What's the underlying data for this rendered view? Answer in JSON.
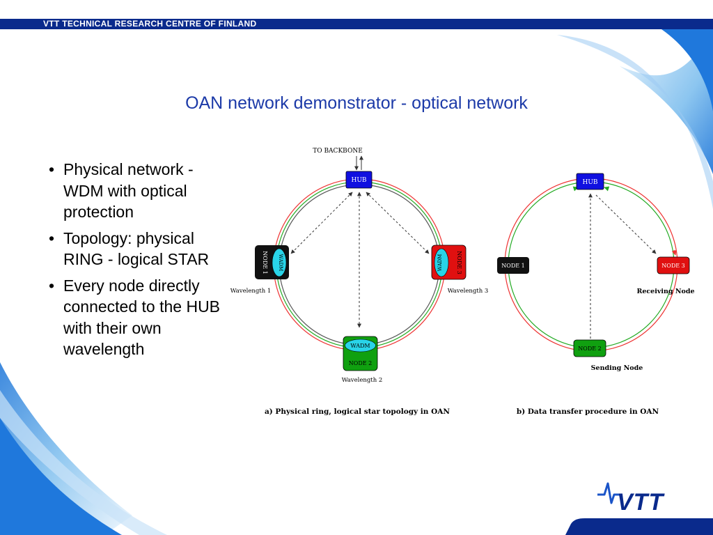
{
  "header": {
    "org_name": "VTT TECHNICAL RESEARCH CENTRE OF FINLAND"
  },
  "slide": {
    "title": "OAN network demonstrator - optical network",
    "bullets": [
      "Physical network - WDM with optical protection",
      "Topology:    physical RING - logical STAR",
      "Every node directly connected to the HUB with their own wavelength"
    ]
  },
  "diagram": {
    "a": {
      "backbone_label": "TO BACKBONE",
      "hub_label": "HUB",
      "node1_label": "NODE 1",
      "node2_label": "NODE 2",
      "node3_label": "NODE 3",
      "wadm_label": "WADM",
      "wavelength1": "Wavelength 1",
      "wavelength2": "Wavelength 2",
      "wavelength3": "Wavelength 3",
      "caption": "a) Physical ring, logical star topology in OAN"
    },
    "b": {
      "hub_label": "HUB",
      "node1_label": "NODE 1",
      "node2_label": "NODE 2",
      "node3_label": "NODE 3",
      "receiving_label": "Receiving Node",
      "sending_label": "Sending Node",
      "caption": "b) Data transfer procedure in OAN"
    },
    "colors": {
      "hub": "#1010e0",
      "node1": "#101010",
      "node2": "#10a010",
      "node3": "#e01010",
      "wadm": "#29d4e8",
      "red_ring": "#ee3333",
      "green_ring": "#22aa22"
    }
  },
  "logo": {
    "text": "VTT"
  }
}
